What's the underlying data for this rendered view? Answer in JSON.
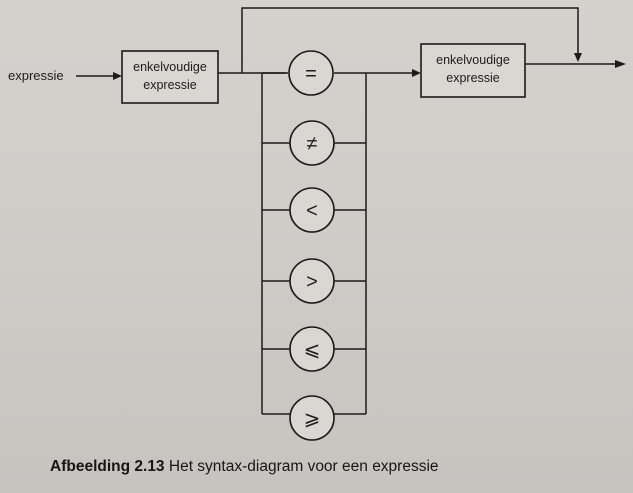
{
  "diagram": {
    "input_label": "expressie",
    "box_left": {
      "line1": "enkelvoudige",
      "line2": "expressie"
    },
    "box_right": {
      "line1": "enkelvoudige",
      "line2": "expressie"
    },
    "operators": [
      "=",
      "≠",
      "<",
      ">",
      "⩽",
      "⩾"
    ]
  },
  "caption": {
    "figure_number": "Afbeelding 2.13",
    "text": "Het syntax-diagram voor een expressie"
  }
}
